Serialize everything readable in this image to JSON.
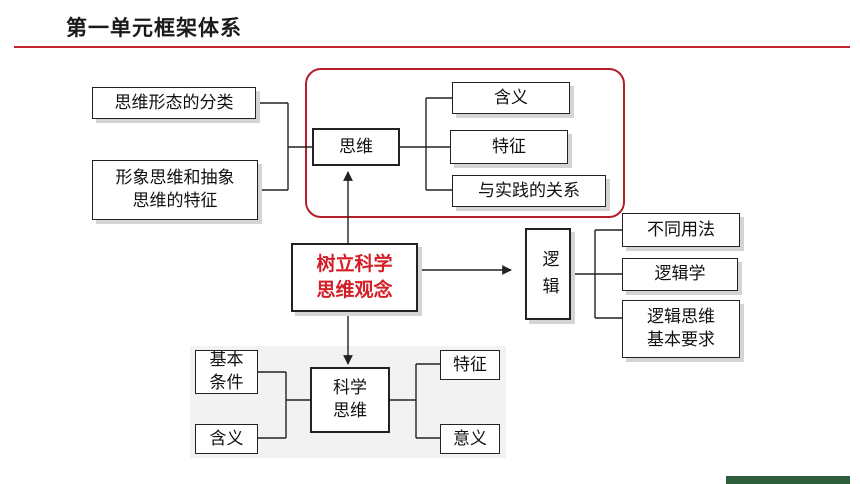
{
  "title": "第一单元框架体系",
  "center": "树立科学\n思维观念",
  "left_top": {
    "classification": "思维形态的分类",
    "image_abstract": "形象思维和抽象\n思维的特征"
  },
  "thinking": {
    "label": "思维",
    "meaning": "含义",
    "features": "特征",
    "practice": "与实践的关系"
  },
  "logic": {
    "label": "逻辑",
    "usages": "不同用法",
    "logic_study": "逻辑学",
    "requirements": "逻辑思维\n基本要求"
  },
  "scientific": {
    "label": "科学\n思维",
    "basic_conditions": "基本\n条件",
    "meaning": "含义",
    "features": "特征",
    "significance": "意义"
  }
}
